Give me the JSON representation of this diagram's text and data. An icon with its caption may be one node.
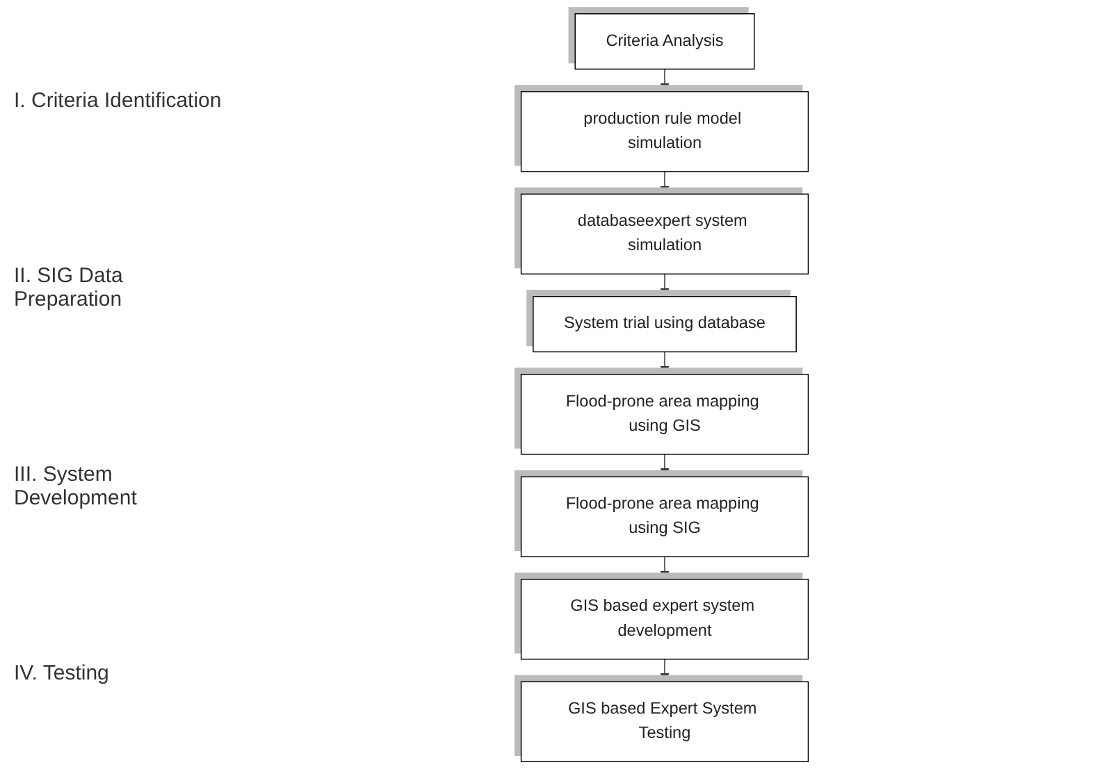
{
  "diagram": {
    "nodes": [
      {
        "text": [
          "Criteria Analysis"
        ]
      },
      {
        "text": [
          "production rule model simulation"
        ]
      },
      {
        "text": [
          "databaseexpert system simulation"
        ]
      },
      {
        "text": [
          "System trial using database"
        ]
      },
      {
        "text": [
          "Flood-prone area mapping using GIS"
        ]
      },
      {
        "text": [
          "Flood-prone area mapping using SIG"
        ]
      },
      {
        "text": [
          "GIS based expert system development"
        ]
      },
      {
        "text": [
          "GIS based Expert System Testing"
        ]
      }
    ],
    "edges": [
      {
        "from": 0,
        "to": 1,
        "arrow": "to"
      },
      {
        "from": 1,
        "to": 2,
        "arrow": "to"
      },
      {
        "from": 2,
        "to": 3,
        "arrow": "to"
      },
      {
        "from": 3,
        "to": 4,
        "arrow": "to"
      },
      {
        "from": 4,
        "to": 5,
        "arrow": "to"
      },
      {
        "from": 5,
        "to": 6,
        "arrow": "to"
      },
      {
        "from": 6,
        "to": 7,
        "arrow": "to"
      }
    ],
    "labels": [
      "I. Criteria Identification",
      "II. SIG Data Preparation",
      "III. System Development",
      "IV. Testing"
    ]
  }
}
